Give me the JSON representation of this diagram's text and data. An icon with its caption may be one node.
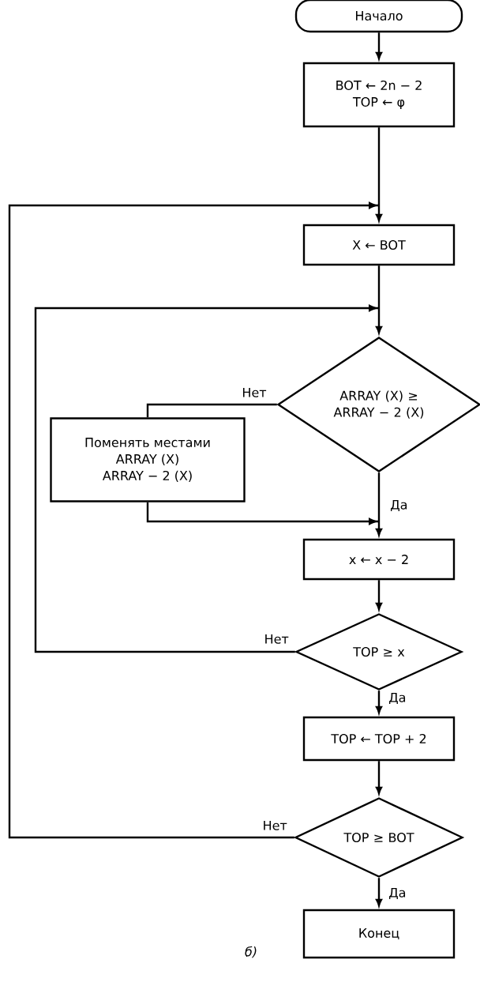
{
  "diagram": {
    "nodes": [
      {
        "text": [
          "Начало"
        ]
      },
      {
        "text": [
          "BOT ← 2n − 2",
          "TOP ← φ"
        ]
      },
      {
        "text": [
          "X ← BOT"
        ]
      },
      {
        "text": [
          "ARRAY (X) ≥ ARRAY − 2 (X)"
        ]
      },
      {
        "text": [
          "Поменять местами",
          "ARRAY (X)",
          "ARRAY − 2 (X)"
        ]
      },
      {
        "text": [
          "x ← x − 2"
        ]
      },
      {
        "text": [
          "TOP ≥ x"
        ]
      },
      {
        "text": [
          "TOP ← TOP + 2"
        ]
      },
      {
        "text": [
          "TOP ≥ BOT"
        ]
      },
      {
        "text": [
          "Конец"
        ]
      }
    ],
    "edges": [
      {
        "from": 0,
        "to": 1,
        "arrow": "to"
      },
      {
        "from": 1,
        "to": 2,
        "arrow": "to"
      },
      {
        "from": 2,
        "to": 3,
        "arrow": "to"
      },
      {
        "from": 3,
        "to": 4,
        "arrow": "none",
        "label": "Нет"
      },
      {
        "from": 3,
        "to": 5,
        "arrow": "to",
        "label": "Да"
      },
      {
        "from": 4,
        "to": 5,
        "arrow": "to"
      },
      {
        "from": 5,
        "to": 6,
        "arrow": "to"
      },
      {
        "from": 6,
        "to": 3,
        "arrow": "to",
        "label": "Нет"
      },
      {
        "from": 6,
        "to": 7,
        "arrow": "to",
        "label": "Да"
      },
      {
        "from": 7,
        "to": 8,
        "arrow": "to"
      },
      {
        "from": 8,
        "to": 2,
        "arrow": "to",
        "label": "Нет"
      },
      {
        "from": 8,
        "to": 9,
        "arrow": "to",
        "label": "Да"
      }
    ],
    "labels": [
      "б)"
    ]
  }
}
